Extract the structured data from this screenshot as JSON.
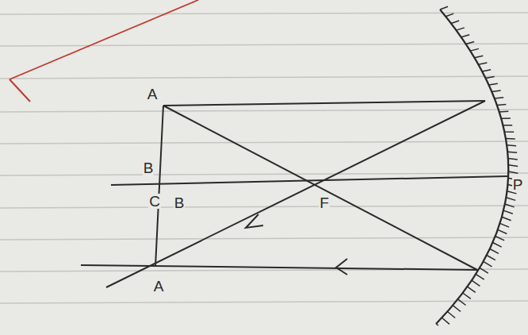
{
  "diagram": {
    "labels": [
      "A",
      "B",
      "C",
      "B",
      "F",
      "P",
      "A"
    ]
  }
}
